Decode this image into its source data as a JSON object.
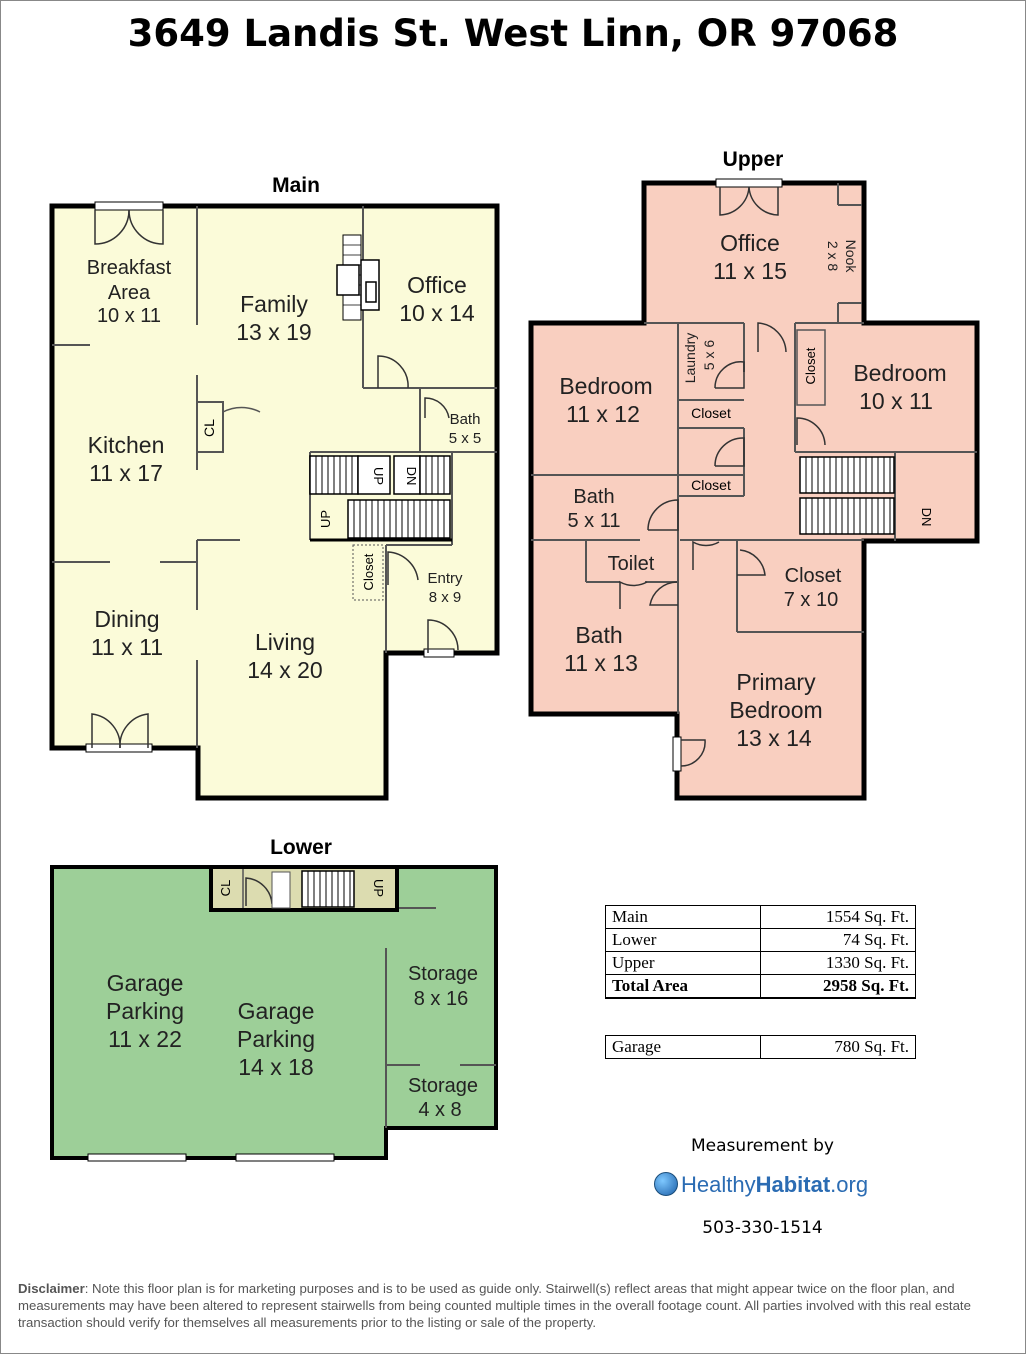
{
  "title": "3649 Landis St. West Linn, OR 97068",
  "floors": {
    "main": {
      "label": "Main",
      "rooms": [
        {
          "id": "breakfast",
          "name": [
            "Breakfast",
            "Area"
          ],
          "dims": "10 x 11"
        },
        {
          "id": "family",
          "name": [
            "Family"
          ],
          "dims": "13 x 19"
        },
        {
          "id": "office",
          "name": [
            "Office"
          ],
          "dims": "10 x 14"
        },
        {
          "id": "bath",
          "name": [
            "Bath"
          ],
          "dims": "5 x 5"
        },
        {
          "id": "kitchen",
          "name": [
            "Kitchen"
          ],
          "dims": "11 x 17"
        },
        {
          "id": "dining",
          "name": [
            "Dining"
          ],
          "dims": "11 x 11"
        },
        {
          "id": "living",
          "name": [
            "Living"
          ],
          "dims": "14 x 20"
        },
        {
          "id": "entry",
          "name": [
            "Entry"
          ],
          "dims": "8 x 9"
        }
      ],
      "labels": {
        "cl": "CL",
        "closet": "Closet",
        "up_top": "UP",
        "dn": "DN",
        "up_bottom": "UP"
      }
    },
    "upper": {
      "label": "Upper",
      "rooms": [
        {
          "id": "office",
          "name": [
            "Office"
          ],
          "dims": "11 x 15"
        },
        {
          "id": "nook",
          "name": [
            "Nook"
          ],
          "dims": "2 x 8"
        },
        {
          "id": "bedroom1",
          "name": [
            "Bedroom"
          ],
          "dims": "11 x 12"
        },
        {
          "id": "laundry",
          "name": [
            "Laundry"
          ],
          "dims": "5 x 6"
        },
        {
          "id": "bedroom2",
          "name": [
            "Bedroom"
          ],
          "dims": "10 x 11"
        },
        {
          "id": "bath1",
          "name": [
            "Bath"
          ],
          "dims": "5 x 11"
        },
        {
          "id": "toilet",
          "name": [
            "Toilet"
          ],
          "dims": ""
        },
        {
          "id": "closet_big",
          "name": [
            "Closet"
          ],
          "dims": "7 x 10"
        },
        {
          "id": "bath2",
          "name": [
            "Bath"
          ],
          "dims": "11 x 13"
        },
        {
          "id": "primary",
          "name": [
            "Primary",
            "Bedroom"
          ],
          "dims": "13 x 14"
        }
      ],
      "labels": {
        "closet": "Closet",
        "dn": "DN"
      }
    },
    "lower": {
      "label": "Lower",
      "rooms": [
        {
          "id": "garage1",
          "name": [
            "Garage",
            "Parking"
          ],
          "dims": "11 x 22"
        },
        {
          "id": "garage2",
          "name": [
            "Garage",
            "Parking"
          ],
          "dims": "14 x 18"
        },
        {
          "id": "storage1",
          "name": [
            "Storage"
          ],
          "dims": "8 x 16"
        },
        {
          "id": "storage2",
          "name": [
            "Storage"
          ],
          "dims": "4 x 8"
        }
      ],
      "labels": {
        "cl": "CL",
        "up": "UP"
      }
    }
  },
  "area_table": [
    {
      "label": "Main",
      "value": "1554 Sq. Ft."
    },
    {
      "label": "Lower",
      "value": "74 Sq. Ft."
    },
    {
      "label": "Upper",
      "value": "1330 Sq. Ft."
    },
    {
      "label": "Total Area",
      "value": "2958 Sq. Ft.",
      "total": true
    }
  ],
  "garage_table": [
    {
      "label": "Garage",
      "value": "780 Sq. Ft."
    }
  ],
  "measurement_by": "Measurement by",
  "logo": {
    "part1": "Healthy",
    "part2": "Habitat",
    "part3": ".org"
  },
  "phone": "503-330-1514",
  "disclaimer": {
    "label": "Disclaimer",
    "text": ": Note this floor plan is for marketing purposes and is to be used as guide only.  Stairwell(s) reflect areas that might appear twice on the floor plan, and measurements may have been altered to represent stairwells from being counted multiple times in the overall footage count.  All parties involved with this real estate transaction should verify for themselves all measurements prior to the listing or sale of the property."
  },
  "colors": {
    "main_fill": "#fbfbd9",
    "upper_fill": "#f9cfc0",
    "lower_fill": "#9dcf98",
    "lower_stair_fill": "#dcdcb0",
    "wall": "#000000"
  }
}
